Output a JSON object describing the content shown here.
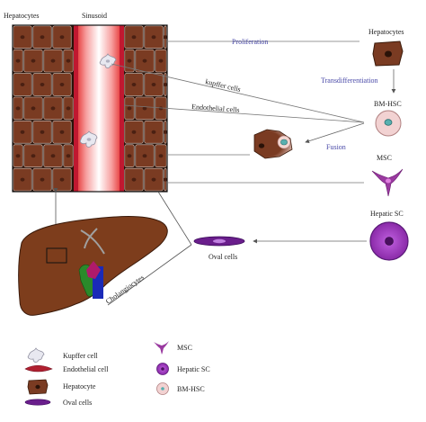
{
  "labels": {
    "hepatocytes_top": "Hepatocytes",
    "sinusoid": "Sinusoid",
    "proliferation": "Proliferation",
    "hepatocytes_right": "Hepatocytes",
    "transdifferentiation": "Transdifferentiation",
    "kupffer_cells": "kupffer cells",
    "endothelial_cells": "Endothelial cells",
    "bm_hsc": "BM-HSC",
    "fusion": "Fusion",
    "msc": "MSC",
    "hepatic_sc": "Hepatic SC",
    "oval_cells": "Oval cells",
    "cholangiocytes": "Cholangiocytes"
  },
  "legend": {
    "col1": [
      "Kupffer cell",
      "Endothelial cell",
      "Hepatocyte",
      "Oval cells"
    ],
    "col2": [
      "MSC",
      "Hepatic SC",
      "BM-HSC"
    ]
  },
  "colors": {
    "hepatocyte": "#7a3b22",
    "hepatocyte_dark": "#4a2012",
    "sinusoid_red": "#e02020",
    "endothelial": "#b02030",
    "liver": "#7d3d1c",
    "oval": "#6a1e8c",
    "hepatic_sc": "#a048c8",
    "msc": "#9a3aa0",
    "bm_hsc": "#f2d2d2",
    "arrow": "#666666",
    "text_blue": "#4a4aa8"
  }
}
